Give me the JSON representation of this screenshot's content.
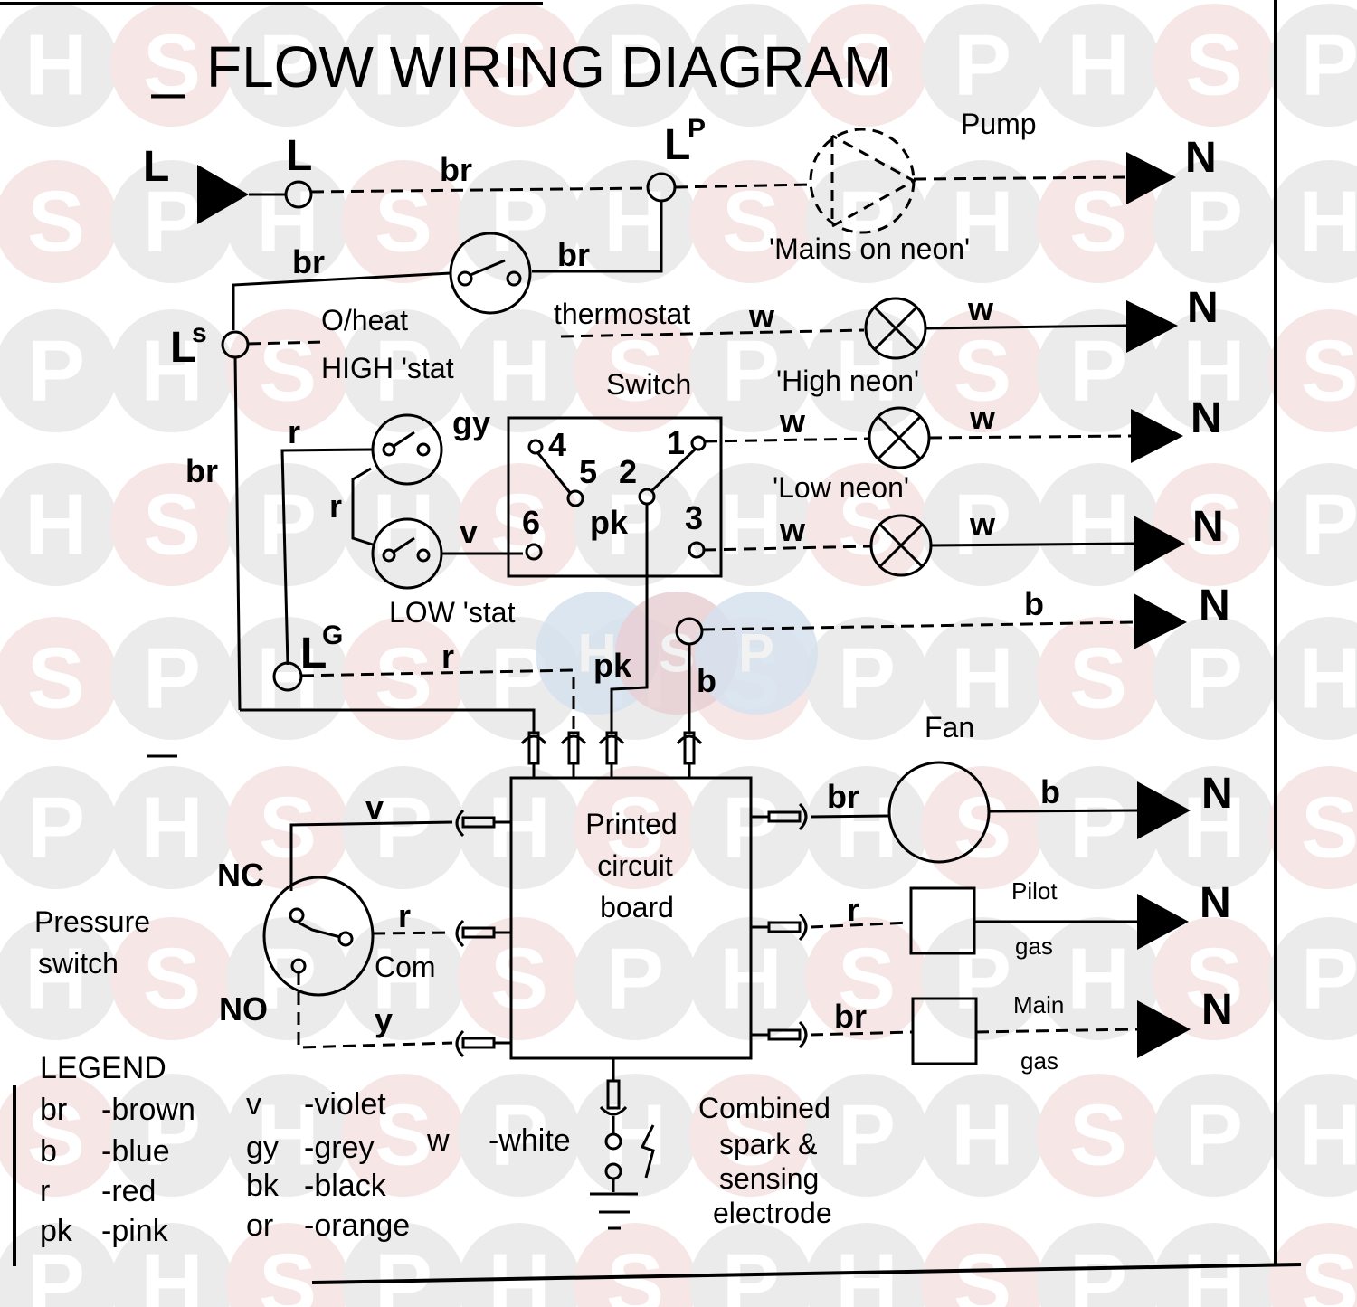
{
  "title": "FLOW WIRING DIAGRAM",
  "title_prefix": "_",
  "watermark": {
    "letters": [
      "H",
      "S",
      "P"
    ],
    "color_grey": "#ebebeb",
    "color_pink": "#f6e6e6"
  },
  "terminals": {
    "live_in": "L",
    "live_node": "L",
    "pump_live": "L",
    "pump_live_sup": "P",
    "stat_live": "L",
    "stat_live_sup": "s",
    "gas_live": "L",
    "gas_live_sup": "G",
    "neutral": "N"
  },
  "wire_labels": {
    "top_br": "br",
    "ohs_left_br": "br",
    "ohs_right_br": "br",
    "riser_br": "br",
    "high_stat_r": "r",
    "low_stat_r": "r",
    "high_stat_gy": "gy",
    "low_stat_v": "v",
    "thermostat_w": "w",
    "high_neon_w_in": "w",
    "high_neon_w_out": "w",
    "low_neon_w_in": "w",
    "low_neon_w_out": "w",
    "mains_neon_w": "w",
    "mains_neon_w_out": "w",
    "switch_pk": "pk",
    "pcb_r": "r",
    "pcb_pk": "pk",
    "pcb_b": "b",
    "neutral_b": "b",
    "ps_v": "v",
    "ps_r": "r",
    "ps_y": "y",
    "fan_br": "br",
    "fan_b": "b",
    "pilot_r": "r",
    "main_br": "br"
  },
  "components": {
    "pump": "Pump",
    "mains_neon": "'Mains on neon'",
    "overheat_stat": [
      "O/heat",
      "thermostat"
    ],
    "high_stat": "HIGH 'stat",
    "switch": "Switch",
    "switch_contacts": [
      "4",
      "5",
      "2",
      "1",
      "6",
      "3"
    ],
    "high_neon": "'High neon'",
    "low_neon": "'Low neon'",
    "low_stat": "LOW 'stat",
    "pcb": [
      "Printed",
      "circuit",
      "board"
    ],
    "fan": "Fan",
    "pilot_gas": [
      "Pilot",
      "gas"
    ],
    "main_gas": [
      "Main",
      "gas"
    ],
    "pressure_switch": [
      "Pressure",
      "switch"
    ],
    "ps_nc": "NC",
    "ps_no": "NO",
    "ps_com": "Com",
    "electrode": [
      "Combined",
      "spark &",
      "sensing",
      "electrode"
    ]
  },
  "legend": {
    "title": "LEGEND",
    "entries": [
      {
        "code": "br",
        "desc": "-brown"
      },
      {
        "code": "b",
        "desc": "-blue"
      },
      {
        "code": "r",
        "desc": "-red"
      },
      {
        "code": "pk",
        "desc": "-pink"
      },
      {
        "code": "v",
        "desc": "-violet"
      },
      {
        "code": "gy",
        "desc": "-grey"
      },
      {
        "code": "bk",
        "desc": "-black"
      },
      {
        "code": "or",
        "desc": "-orange"
      },
      {
        "code": "w",
        "desc": "-white"
      }
    ]
  }
}
